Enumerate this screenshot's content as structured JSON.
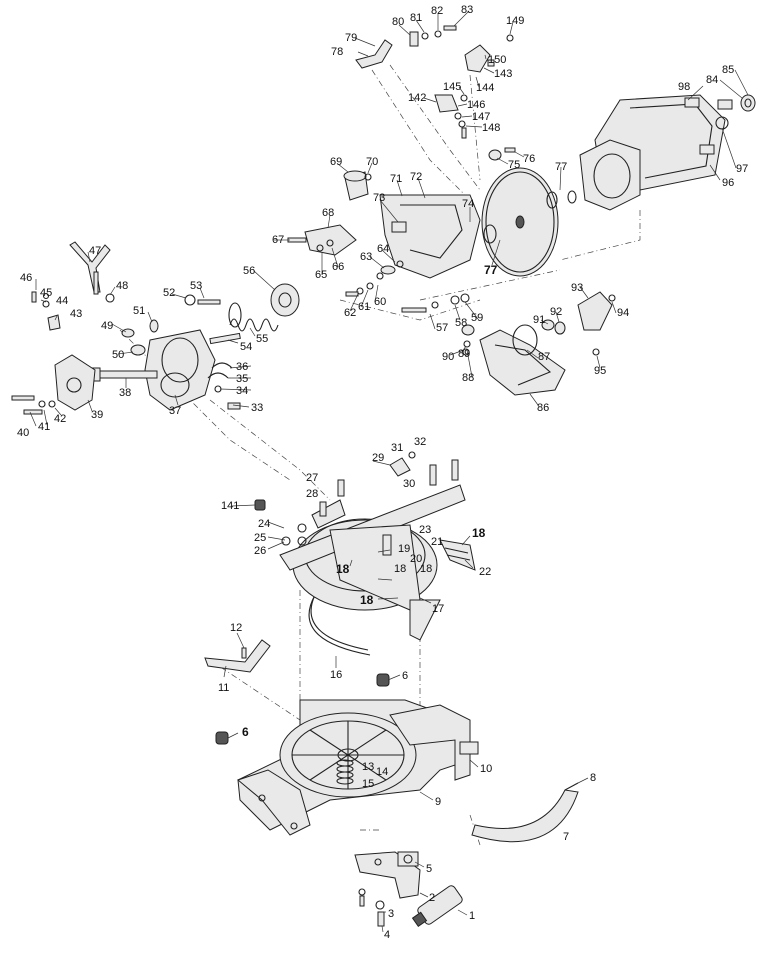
{
  "diagram": {
    "type": "exploded-parts-diagram",
    "labels": [
      "1",
      "2",
      "3",
      "4",
      "5",
      "6",
      "6",
      "7",
      "8",
      "9",
      "10",
      "11",
      "12",
      "13",
      "14",
      "15",
      "16",
      "17",
      "18",
      "18",
      "18",
      "18",
      "18",
      "19",
      "20",
      "21",
      "22",
      "23",
      "24",
      "25",
      "26",
      "27",
      "28",
      "29",
      "30",
      "31",
      "32",
      "33",
      "34",
      "35",
      "36",
      "37",
      "38",
      "39",
      "40",
      "41",
      "42",
      "43",
      "44",
      "45",
      "46",
      "47",
      "48",
      "49",
      "50",
      "51",
      "52",
      "53",
      "54",
      "55",
      "56",
      "57",
      "58",
      "59",
      "60",
      "61",
      "62",
      "63",
      "64",
      "65",
      "66",
      "67",
      "68",
      "69",
      "70",
      "71",
      "72",
      "73",
      "74",
      "75",
      "76",
      "77",
      "77",
      "78",
      "79",
      "80",
      "81",
      "82",
      "83",
      "84",
      "85",
      "86",
      "87",
      "88",
      "89",
      "90",
      "91",
      "92",
      "93",
      "94",
      "95",
      "96",
      "97",
      "98",
      "141",
      "142",
      "143",
      "144",
      "145",
      "146",
      "147",
      "148",
      "149",
      "150"
    ]
  }
}
